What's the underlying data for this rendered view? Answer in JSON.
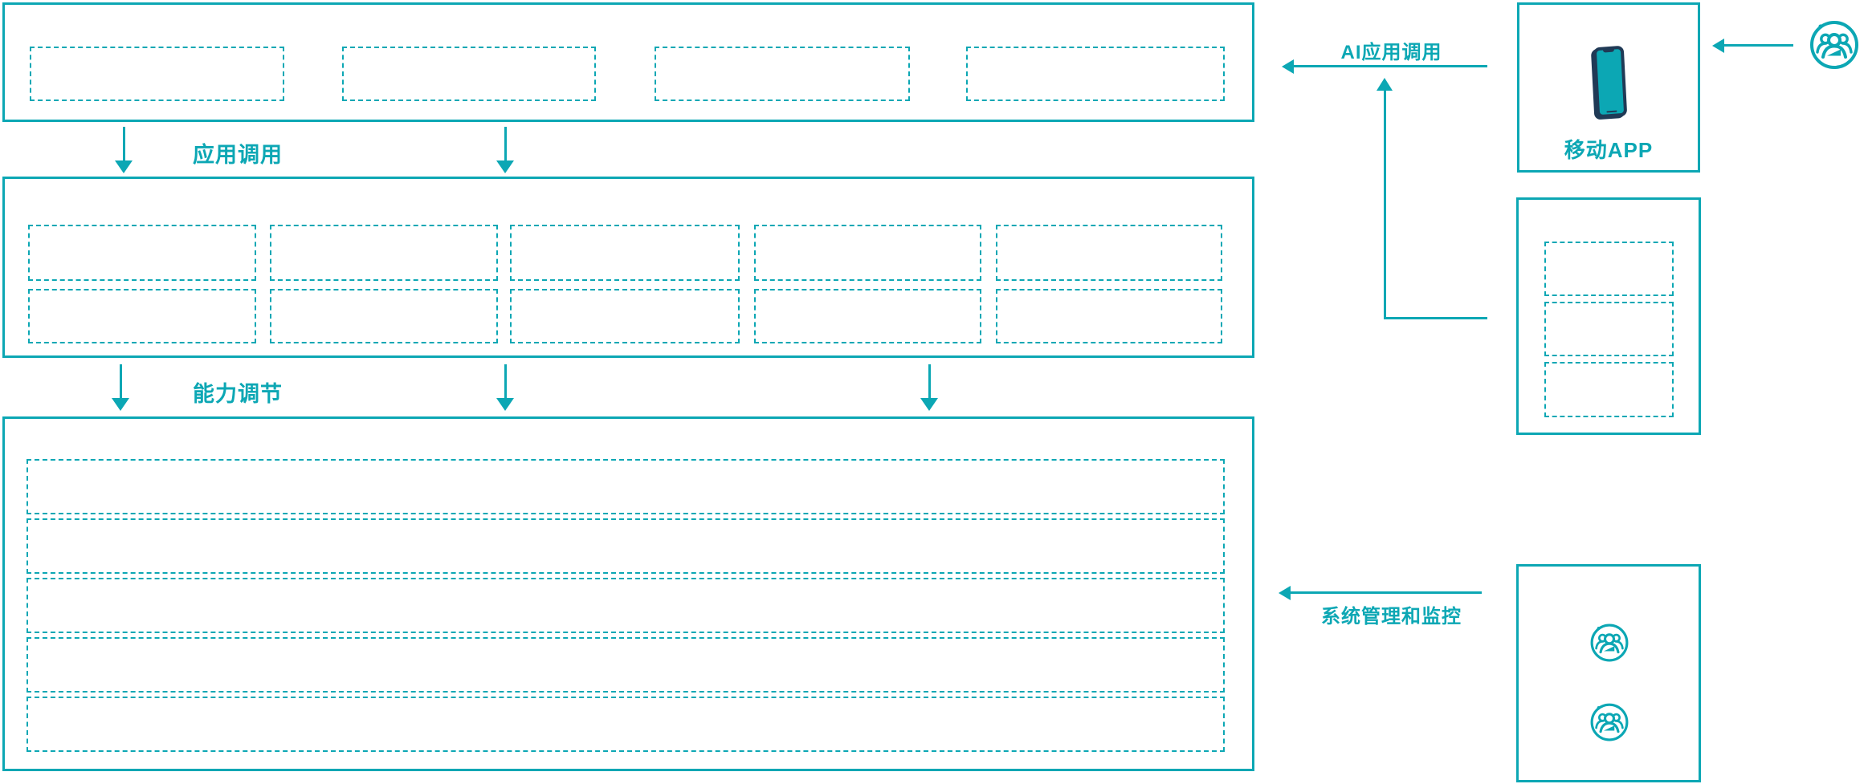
{
  "labels": {
    "app_call": "应用调用",
    "capability_adjust": "能力调节",
    "ai_app_call": "AI应用调用",
    "system_mgmt_monitor": "系统管理和监控",
    "mobile_app": "移动APP"
  },
  "colors": {
    "accent_teal": "#0ca7b4",
    "phone_navy": "#203a56",
    "background": "#ffffff"
  },
  "icons": {
    "external_user": "user-group-icon",
    "admin_user_1": "user-group-icon",
    "admin_user_2": "user-group-icon",
    "mobile_device": "smartphone-icon"
  },
  "placeholders": {
    "app_layer_count": 4,
    "service_layer_count": 10,
    "capability_layer_count": 5,
    "api_panel_count": 3
  }
}
